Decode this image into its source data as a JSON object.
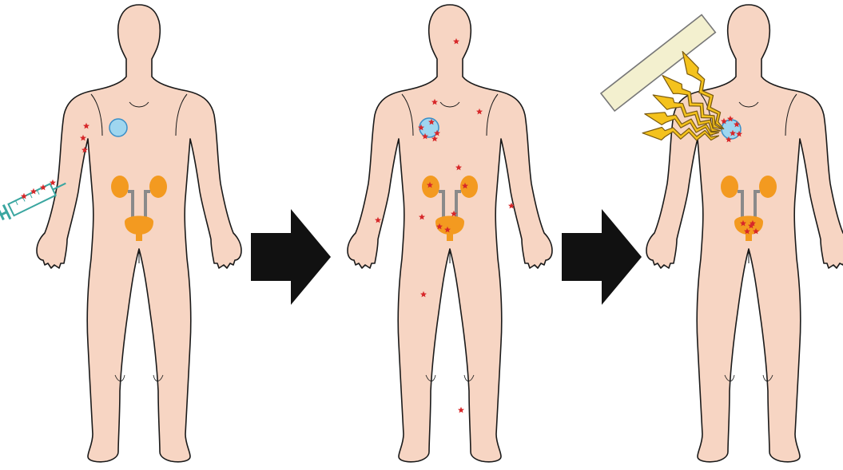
{
  "diagram": {
    "panels": [
      {
        "id": "injection",
        "items": [
          "syringe-icon",
          "thyroid",
          "kidneys",
          "bladder",
          "radiotracer-spots"
        ]
      },
      {
        "id": "distribution",
        "items": [
          "thyroid-uptake",
          "kidney-uptake",
          "bladder-uptake",
          "radiotracer-spots"
        ]
      },
      {
        "id": "detection",
        "items": [
          "gamma-camera-icon",
          "emitted-gamma-rays",
          "thyroid-uptake",
          "bladder-uptake"
        ]
      }
    ],
    "arrows": [
      "step-arrow-1",
      "step-arrow-2"
    ]
  },
  "colors": {
    "skin": "#f7d5c3",
    "outline": "#1a1a1a",
    "organ": "#f39a20",
    "ureter": "#8a8a8a",
    "thyroid": "#9fd6ef",
    "thyroid_stroke": "#3a8fc8",
    "tracer_star": "#d7282a",
    "syringe": "#3aa6a0",
    "arrow": "#111111",
    "camera_fill": "#f3f0cf",
    "camera_stroke": "#777777",
    "ray_fill": "#f4c21d",
    "ray_stroke": "#7a5a10"
  }
}
